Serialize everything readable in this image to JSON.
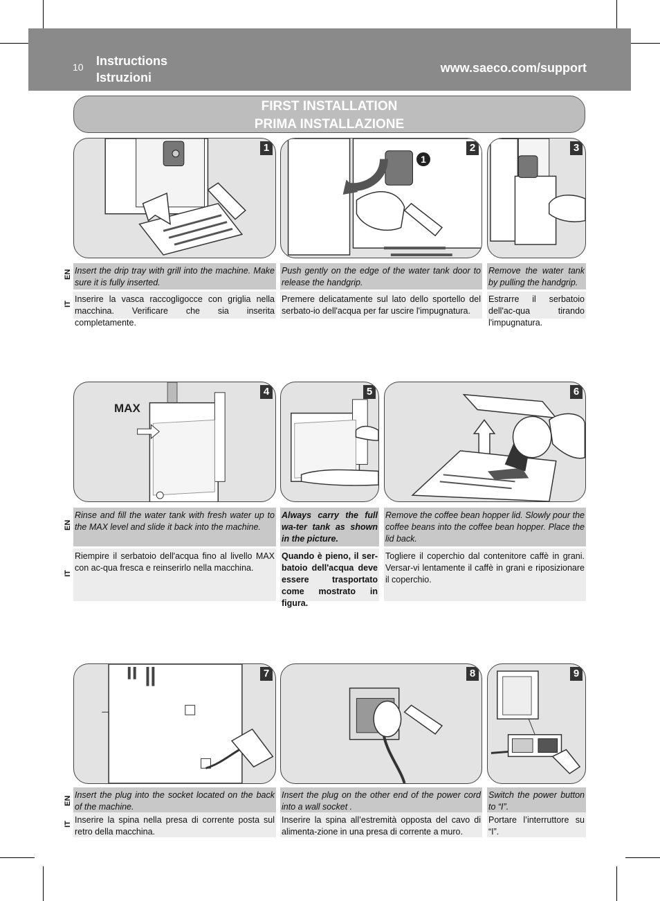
{
  "header": {
    "page_number": "10",
    "title_en": "Instructions",
    "title_it": "Istruzioni",
    "url": "www.saeco.com/support"
  },
  "banner": {
    "line1": "FIRST INSTALLATION",
    "line2": "PRIMA INSTALLAZIONE"
  },
  "lang": {
    "en": "EN",
    "it": "IT"
  },
  "steps": [
    {
      "number": "1",
      "en": "Insert the drip tray with grill into the machine. Make sure it is fully inserted.",
      "it": "Inserire la vasca raccogligocce con griglia nella macchina. Verificare che sia inserita completamente."
    },
    {
      "number": "2",
      "en": "Push gently on the edge of the water tank door to release the handgrip.",
      "it": "Premere delicatamente sul lato dello sportello del serbato-io dell'acqua per far uscire l'impugnatura.",
      "callout": "1"
    },
    {
      "number": "3",
      "en": "Remove the water tank by pulling the handgrip.",
      "it": "Estrarre il serbatoio dell'ac-qua tirando l'impugnatura."
    },
    {
      "number": "4",
      "en": "Rinse and fill the water tank with fresh water up to the MAX level and slide it back into the machine.",
      "it": "Riempire il serbatoio dell'acqua fino al livello MAX con ac-qua fresca e reinserirlo nella macchina.",
      "label": "MAX"
    },
    {
      "number": "5",
      "en": "Always carry the full wa-ter tank as shown in the picture.",
      "it": "Quando è pieno, il ser-batoio dell'acqua deve essere trasportato come mostrato in figura."
    },
    {
      "number": "6",
      "en": "Remove the coffee bean hopper lid. Slowly pour the coffee beans into the coffee bean hopper. Place the lid back.",
      "it": "Togliere il coperchio dal contenitore caffè in grani. Versar-vi lentamente il caffè in grani e riposizionare il coperchio."
    },
    {
      "number": "7",
      "en": "Insert the plug into the socket located on the back of the machine.",
      "it": "Inserire la spina nella presa di corrente posta sul retro della macchina."
    },
    {
      "number": "8",
      "en": "Insert the plug on the other end of the power cord into a wall socket .",
      "it": "Inserire la spina all’estremità opposta del cavo di alimenta-zione in una presa di corrente a muro."
    },
    {
      "number": "9",
      "en": "Switch the power button to “I”.",
      "it": "Portare l’interruttore su “I”."
    }
  ],
  "colors": {
    "header_bg": "#8a8a8a",
    "banner_bg": "#bdbdbd",
    "en_bg": "#c8c8c8",
    "it_bg": "#ececec",
    "panel_bg": "#e3e3e3"
  }
}
